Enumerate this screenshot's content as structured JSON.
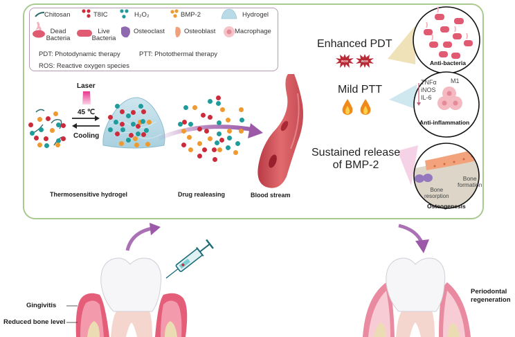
{
  "legend": {
    "items": [
      {
        "icon": "chitosan-icon",
        "label": "Chitosan"
      },
      {
        "icon": "t8ic-icon",
        "label": "T8IC"
      },
      {
        "icon": "h2o2-icon",
        "label": "H₂O₂"
      },
      {
        "icon": "bmp2-icon",
        "label": "BMP-2"
      },
      {
        "icon": "hydrogel-icon",
        "label": "Hydrogel"
      },
      {
        "icon": "dead-bacteria-icon",
        "label": "Dead\nBacteria"
      },
      {
        "icon": "live-bacteria-icon",
        "label": "Live\nBacteria"
      },
      {
        "icon": "osteoclast-icon",
        "label": "Osteoclast"
      },
      {
        "icon": "osteoblast-icon",
        "label": "Osteoblast"
      },
      {
        "icon": "macrophage-icon",
        "label": "Macrophage"
      }
    ],
    "abbreviations": {
      "pdt": "PDT: Photodynamic therapy",
      "ptt": "PTT: Photothermal therapy",
      "ros": "ROS: Reactive oxygen species"
    },
    "dead_bacteria": [
      "Dead",
      "Bacteria"
    ],
    "live_bacteria": [
      "Live",
      "Bacteria"
    ]
  },
  "process": {
    "laser_label": "Laser",
    "heat_label": "45 ℃",
    "cooling_label": "Cooling",
    "stage_labels": {
      "hydrogel": "Thermosensitive hydrogel",
      "release": "Drug realeasing",
      "blood": "Blood stream"
    }
  },
  "effects": {
    "pdt": {
      "title": "Enhanced PDT",
      "ros_badge": "ROS",
      "result": "Anti-bacteria"
    },
    "ptt": {
      "title": "Mild PTT",
      "markers": [
        "TNFα",
        "iNOS",
        "IL-6"
      ],
      "cell_label": "M1",
      "result": "Anti-inflammation"
    },
    "bmp": {
      "title_line1": "Sustained release",
      "title_line2": "of BMP-2",
      "bone_formation": [
        "Bone",
        "formation"
      ],
      "bone_resorption": [
        "Bone",
        "resorption"
      ],
      "result": "Osteogenesis"
    }
  },
  "bottom": {
    "gingivitis": "Gingivitis",
    "reduced_bone": "Reduced bone level",
    "regeneration_line1": "Periodontal",
    "regeneration_line2": "regeneration"
  },
  "colors": {
    "frame_border": "#a9c98f",
    "legend_border": "#b79ab8",
    "t8ic": "#cc2b3b",
    "h2o2": "#1f9b9c",
    "bmp2": "#ee9a30",
    "arrow": "#9b59a8",
    "gum": "#e0607a",
    "bacteria": "#e05a72"
  }
}
